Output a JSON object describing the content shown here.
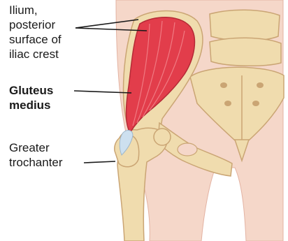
{
  "diagram": {
    "labels": {
      "origin": "Ilium,\nposterior\nsurface of\niliac crest",
      "muscle": "Gluteus\nmedius",
      "insertion": "Greater\ntrochanter"
    },
    "colors": {
      "skin": "#f5d7c9",
      "bone": "#f0dcae",
      "bone_shadow": "#caa574",
      "muscle": "#e23d4b",
      "muscle_highlight": "#f07a82",
      "tendon": "#cde0ef",
      "leader_line": "#1a1a1a"
    }
  }
}
